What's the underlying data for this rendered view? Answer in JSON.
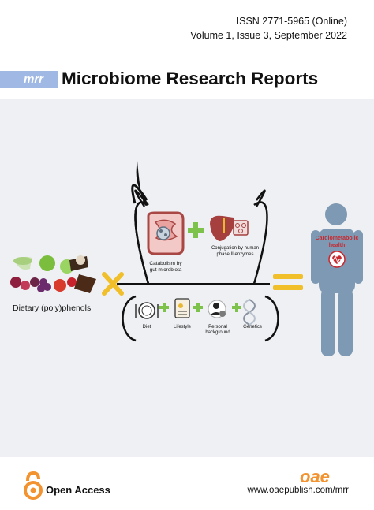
{
  "header": {
    "issn": "ISSN 2771-5965 (Online)",
    "volume": "Volume 1,  Issue 3,  September 2022"
  },
  "journal": {
    "abbr": "mrr",
    "title": "Microbiome Research Reports"
  },
  "figure": {
    "catabolism": [
      "Catabolism by",
      "gut microbiota"
    ],
    "conjugation": [
      "Conjugation by human",
      "phase II enzymes"
    ],
    "food_label": "Dietary (poly)phenols",
    "factors": [
      "Diet",
      "Lifestyle",
      "Personal",
      "background",
      "Genetics"
    ],
    "outcome": [
      "Cardiometabolic",
      "health"
    ]
  },
  "footer": {
    "open_access": "Open Access",
    "publisher_logo": "oae",
    "url": "www.oaepublish.com/mrr"
  },
  "colors": {
    "accent_blue": "#9fb9e4",
    "plus_green": "#7dc24b",
    "cross_yellow": "#f0bf2a",
    "person_blue": "#7d99b3",
    "health_red": "#c8272e",
    "oa_orange": "#f29330"
  }
}
